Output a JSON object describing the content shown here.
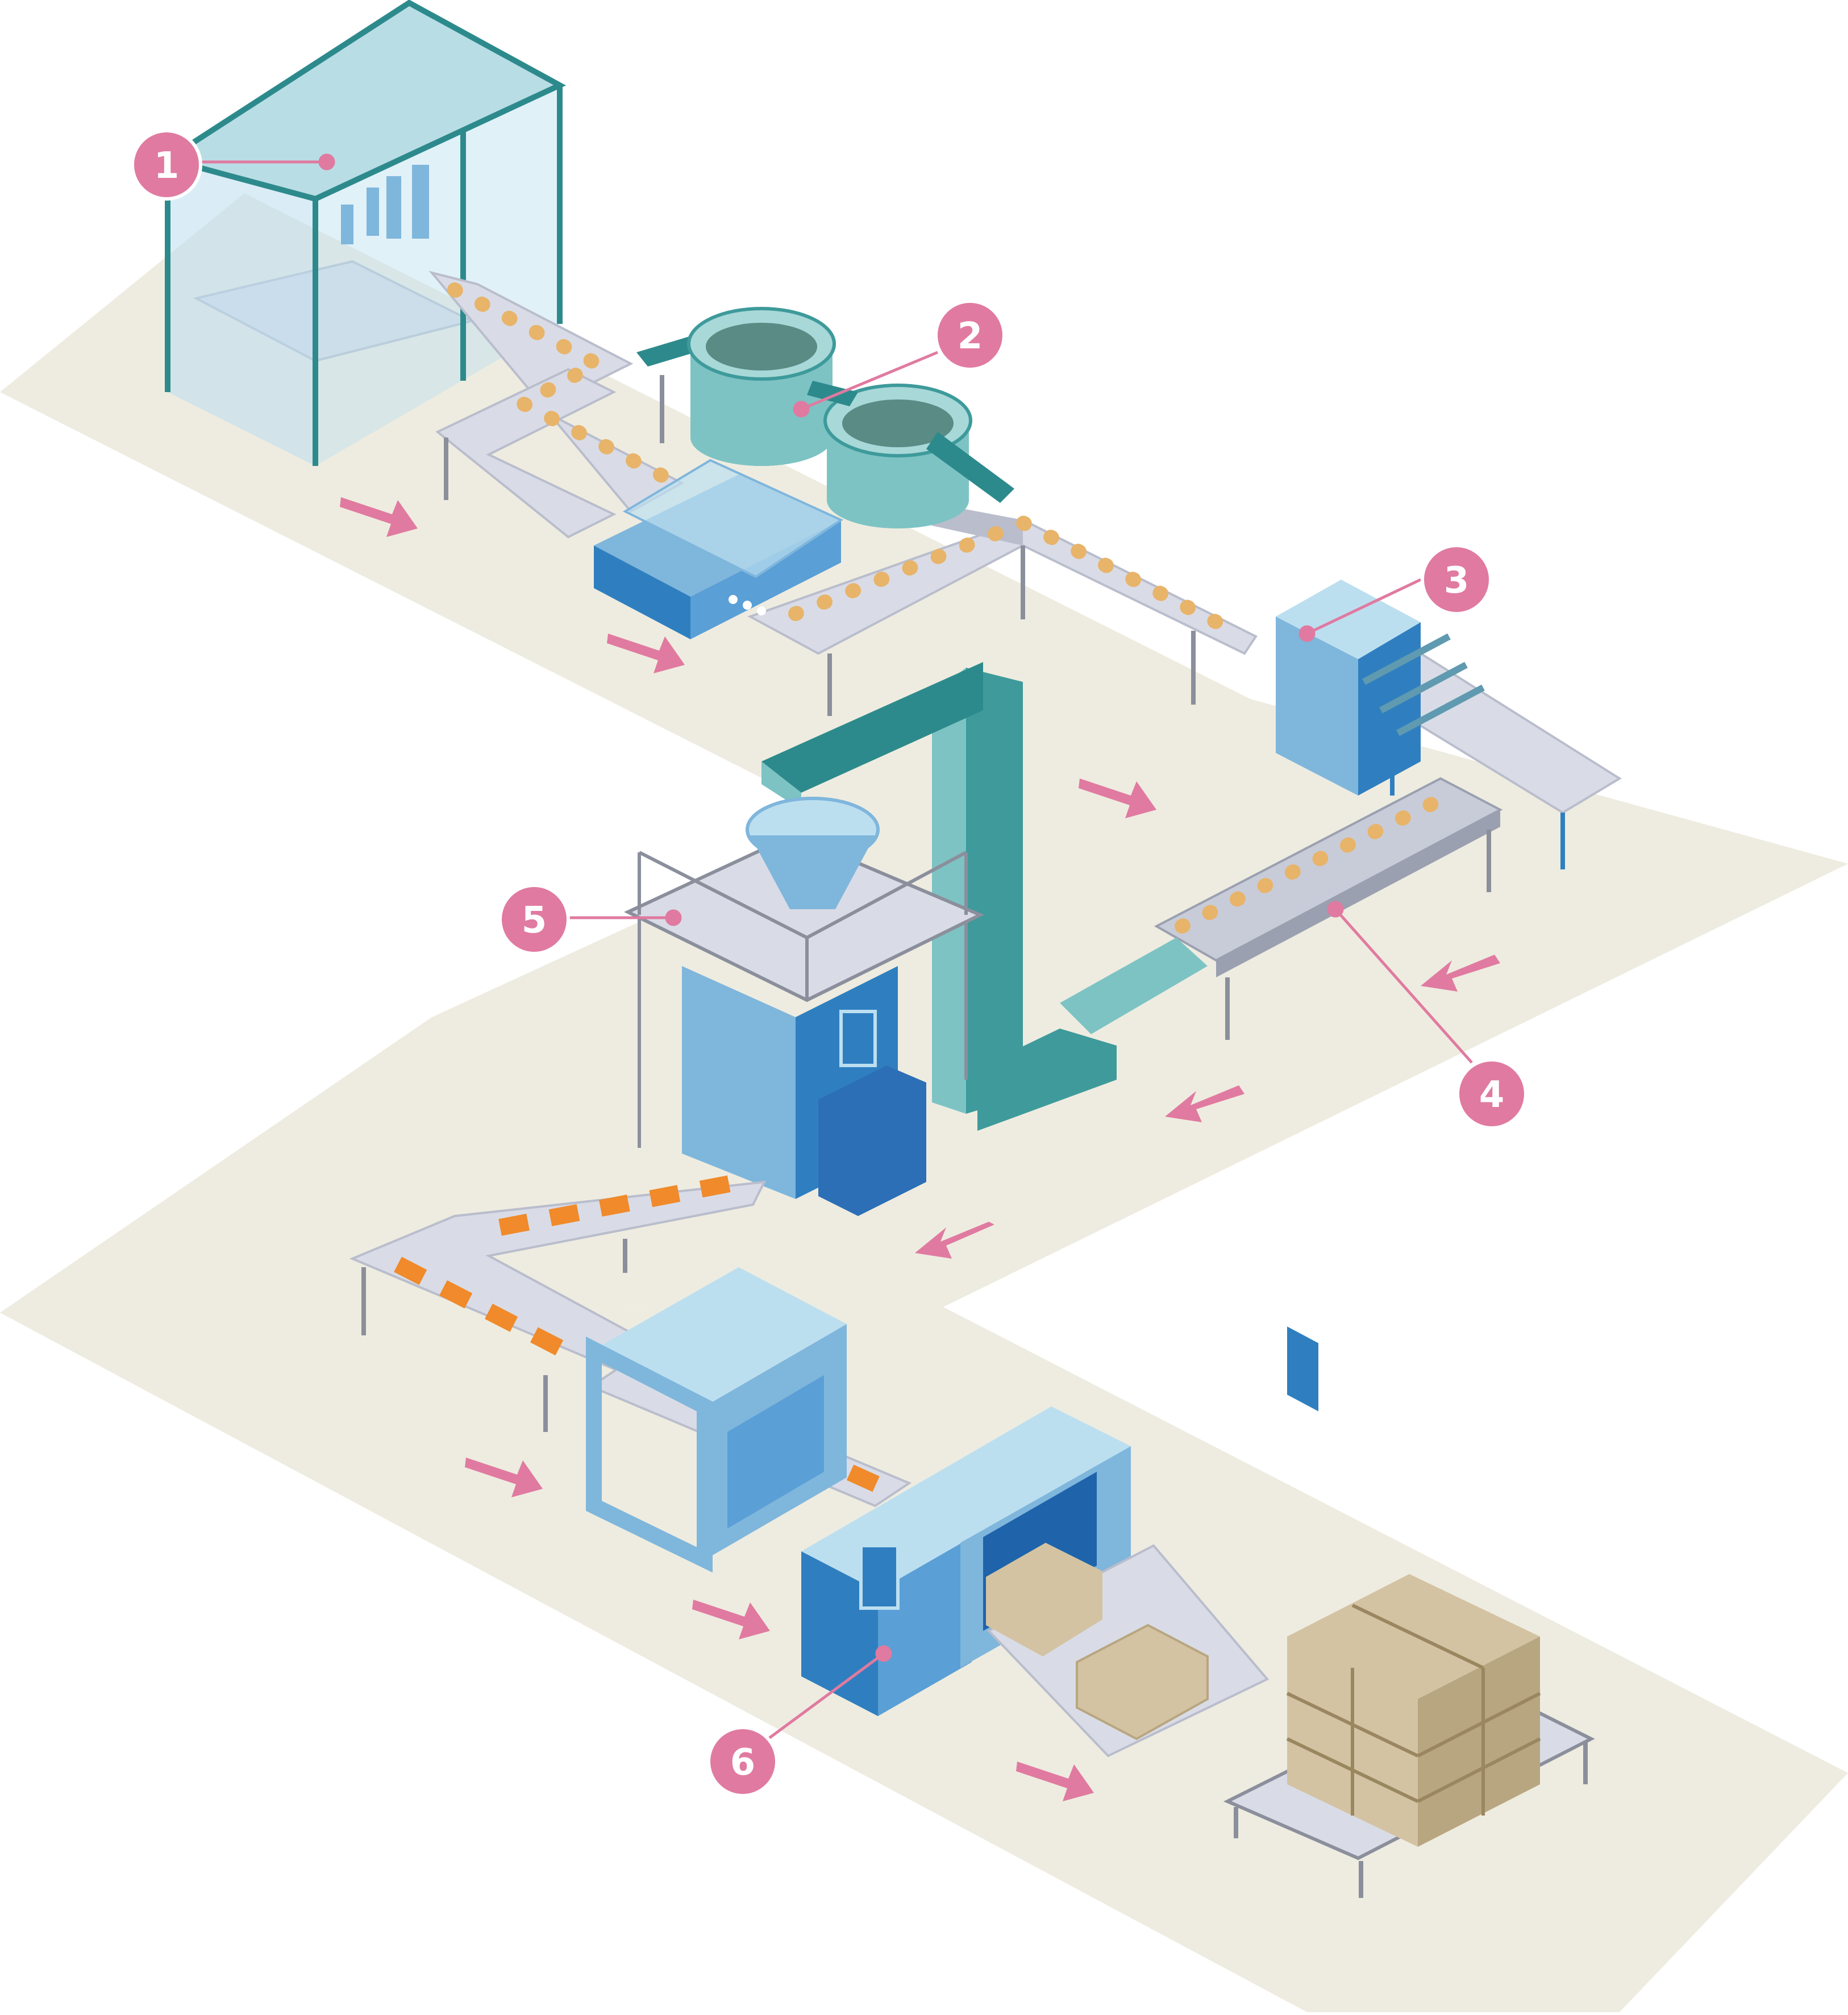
{
  "colors": {
    "floor": "#eeece0",
    "badge": "#e07aa0",
    "arrow": "#e07aa0",
    "conveyor": "#d9dce6",
    "conveyor_side": "#b9bdcc",
    "machine_light": "#bcdff0",
    "machine_mid": "#7fb6dc",
    "machine_dark": "#2f7fc0",
    "teal": "#3e9a9b",
    "teal_light": "#7dc3c4",
    "product": "#e8b46a",
    "bar": "#f08a2a",
    "box": "#d3c3a3",
    "box_side": "#b8a680"
  },
  "stations": [
    {
      "label": "1"
    },
    {
      "label": "2"
    },
    {
      "label": "3"
    },
    {
      "label": "4"
    },
    {
      "label": "5"
    },
    {
      "label": "6"
    }
  ]
}
